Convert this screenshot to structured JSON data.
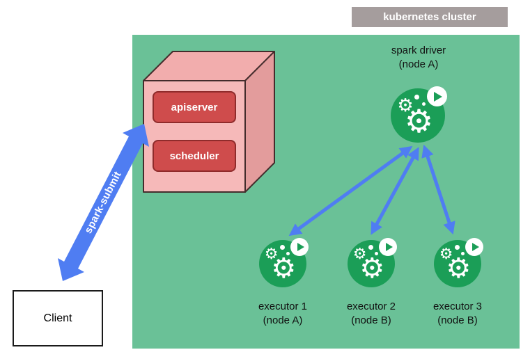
{
  "badge": {
    "label": "kubernetes cluster"
  },
  "control_plane": {
    "apiserver": "apiserver",
    "scheduler": "scheduler"
  },
  "driver": {
    "title": "spark driver",
    "node": "(node A)"
  },
  "executors": [
    {
      "title": "executor 1",
      "node": "(node A)"
    },
    {
      "title": "executor 2",
      "node": "(node B)"
    },
    {
      "title": "executor 3",
      "node": "(node B)"
    }
  ],
  "client": {
    "label": "Client"
  },
  "submit_arrow": {
    "label": "spark-submit"
  },
  "glyphs": {
    "gear": "⚙"
  },
  "colors": {
    "cluster-green": "#6ac197",
    "badge-gray": "#a59d9d",
    "cube-front": "#f6b9b9",
    "cube-top": "#f2adad",
    "cube-side": "#e39c9c",
    "cube-border": "#442c2c",
    "panel-red": "#cf4c4c",
    "panel-red-border": "#8f2b2b",
    "spark-green": "#1b9e57",
    "arrow-blue": "#4f7df2",
    "label-text": "#111111"
  }
}
